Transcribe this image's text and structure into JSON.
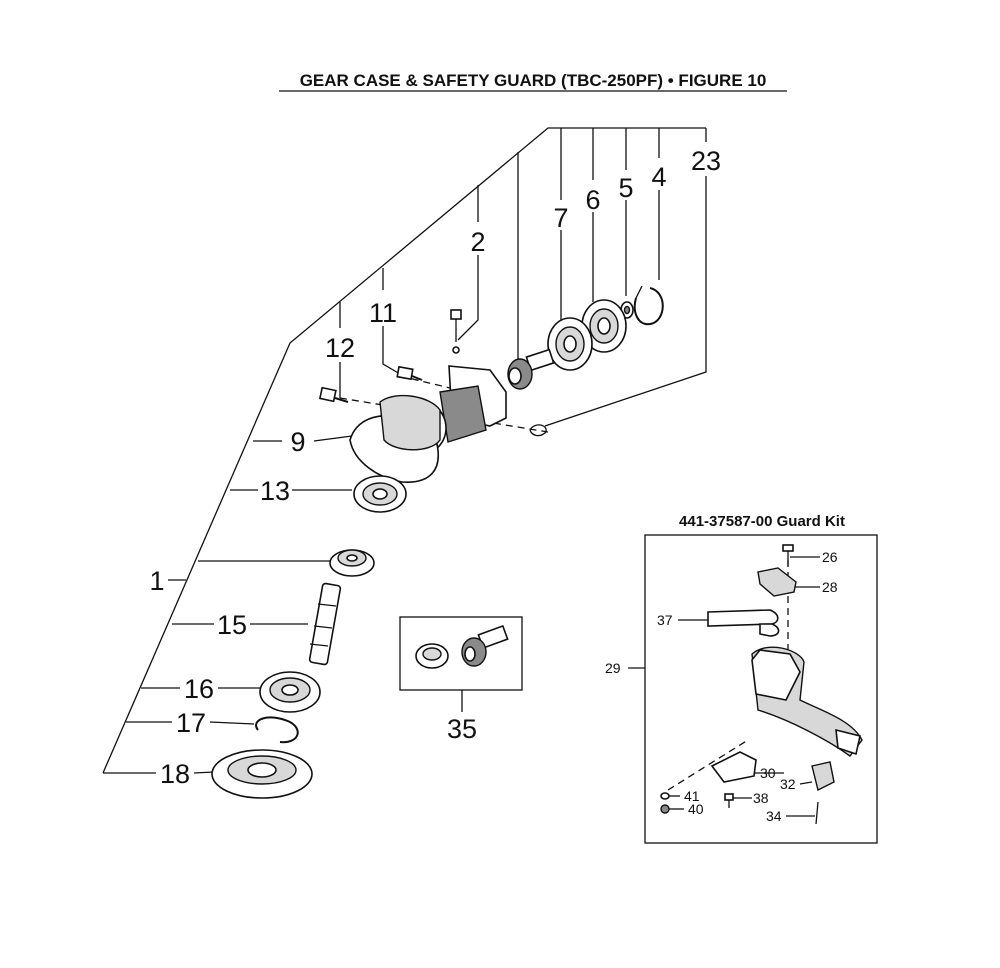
{
  "title": "GEAR CASE & SAFETY GUARD (TBC-250PF)  •  FIGURE 10",
  "kit_title": "441-37587-00 Guard Kit",
  "callouts": {
    "p1": "1",
    "p2": "2",
    "p4": "4",
    "p5": "5",
    "p6": "6",
    "p7": "7",
    "p9": "9",
    "p11": "11",
    "p12": "12",
    "p13": "13",
    "p15": "15",
    "p16": "16",
    "p17": "17",
    "p18": "18",
    "p23": "23",
    "p35": "35"
  },
  "kit_callouts": {
    "p26": "26",
    "p28": "28",
    "p29": "29",
    "p30": "30",
    "p32": "32",
    "p34": "34",
    "p37": "37",
    "p38": "38",
    "p40": "40",
    "p41": "41"
  }
}
